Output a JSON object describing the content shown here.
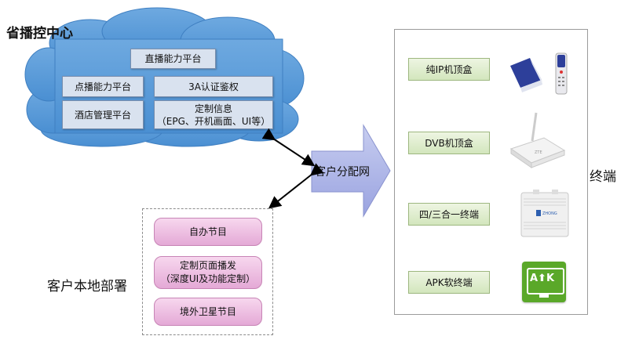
{
  "province": {
    "title": "省播控中心",
    "live": "直播能力平台",
    "vod": "点播能力平台",
    "auth": "3A认证鉴权",
    "hotel": "酒店管理平台",
    "custom_line1": "定制信息",
    "custom_line2": "（EPG、开机画面、UI等）"
  },
  "network": {
    "label": "客户分配网"
  },
  "local": {
    "title": "客户本地部署",
    "self_program": "自办节目",
    "custom_page_line1": "定制页面播发",
    "custom_page_line2": "（深度UI及功能定制）",
    "satellite": "境外卫星节目"
  },
  "terminal": {
    "title": "终端",
    "ip_stb": "纯IP机顶盒",
    "dvb_stb": "DVB机顶盒",
    "all_in_one": "四/三合一终端",
    "apk": "APK软终端",
    "apk_icon_text": "A⬆K",
    "all_in_one_brand": "ZHONG"
  }
}
